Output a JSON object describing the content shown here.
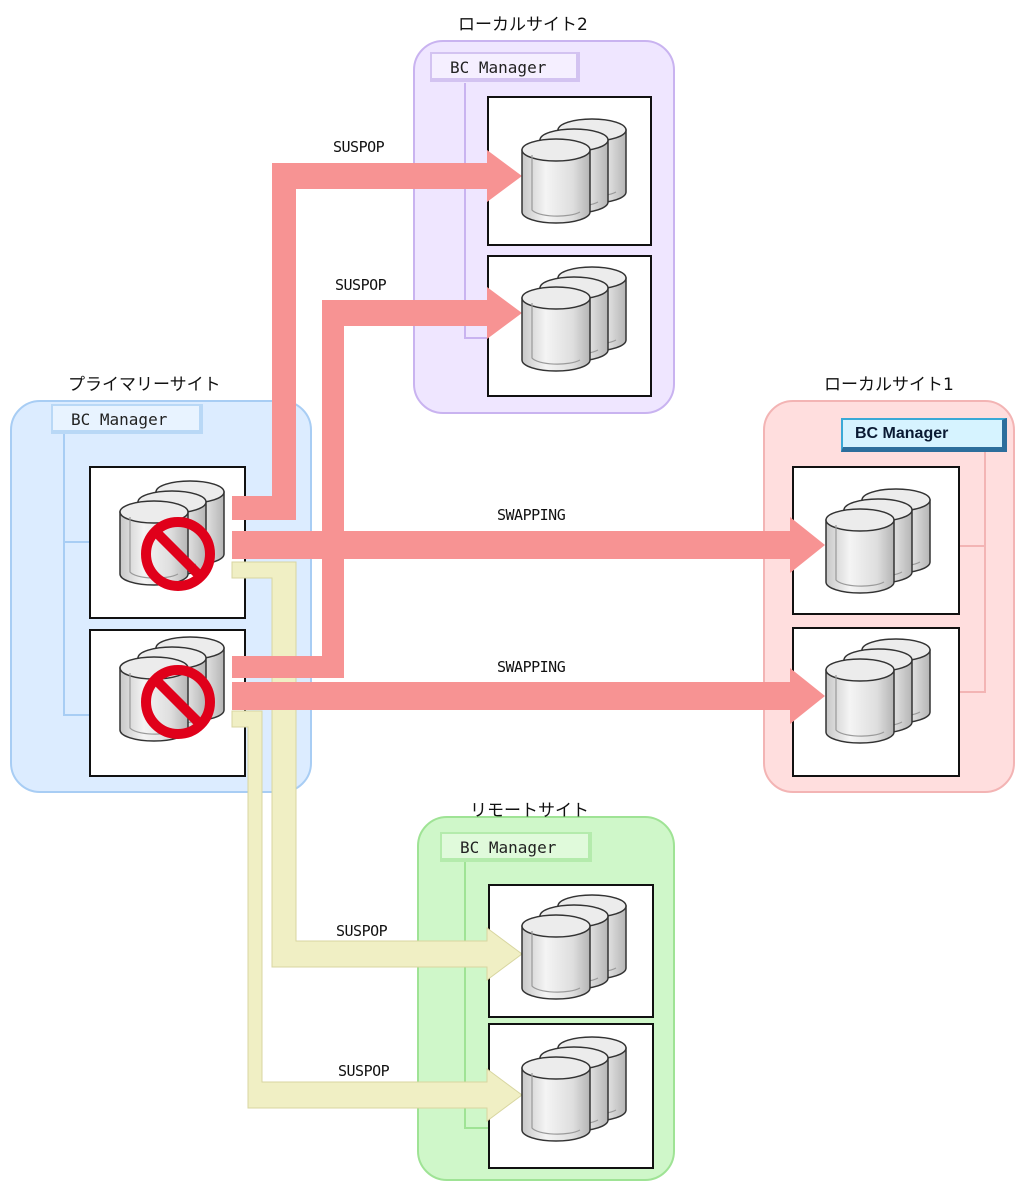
{
  "sites": {
    "primary": {
      "label": "プライマリーサイト",
      "manager": "BC Manager"
    },
    "local2": {
      "label": "ローカルサイト2",
      "manager": "BC Manager"
    },
    "local1": {
      "label": "ローカルサイト1",
      "manager": "BC Manager"
    },
    "remote": {
      "label": "リモートサイト",
      "manager": "BC Manager"
    }
  },
  "arrows": {
    "to_local2_top": "SUSPOP",
    "to_local2_bottom": "SUSPOP",
    "to_local1_top": "SWAPPING",
    "to_local1_bottom": "SWAPPING",
    "to_remote_top": "SUSPOP",
    "to_remote_bottom": "SUSPOP"
  },
  "colors": {
    "primary_bg": "#dcecff",
    "primary_border": "#a8cdf4",
    "local2_bg": "#efe6ff",
    "local2_border": "#c9b3f0",
    "local1_bg": "#ffdede",
    "local1_border": "#f3b4b4",
    "remote_bg": "#cff7c9",
    "remote_border": "#9fe395",
    "arrow_red": "#f79393",
    "arrow_yellow": "#f0efc4",
    "failure_icon": "#e0001a"
  },
  "icons": {
    "volume": "disk-stack-icon",
    "failure": "prohibited-icon"
  }
}
